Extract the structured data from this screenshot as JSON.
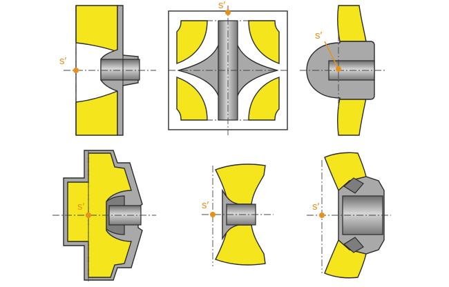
{
  "colors": {
    "impeller": "#f5e51c",
    "metal": "#a9a9a9",
    "metal_dark": "#7d7d7d",
    "outline": "#2a2a2a",
    "center_marker": "#e8901c"
  },
  "panels": [
    {
      "label": "s′"
    },
    {
      "label": "s′"
    },
    {
      "label": "s′"
    },
    {
      "label": "s′"
    },
    {
      "label": "s′"
    },
    {
      "label": "s′"
    }
  ]
}
